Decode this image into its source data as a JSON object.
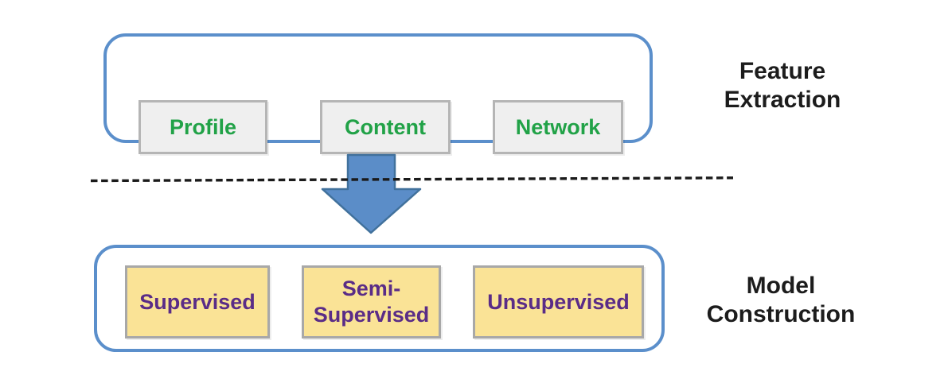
{
  "diagram": {
    "feature_extraction": {
      "title_line1": "Feature",
      "title_line2": "Extraction",
      "boxes": [
        {
          "line1": "Profile",
          "line2": ""
        },
        {
          "line1": "Content",
          "line2": ""
        },
        {
          "line1": "Network",
          "line2": ""
        }
      ]
    },
    "model_construction": {
      "title_line1": "Model",
      "title_line2": "Construction",
      "boxes": [
        {
          "line1": "Supervised",
          "line2": ""
        },
        {
          "line1": "Semi-",
          "line2": "Supervised"
        },
        {
          "line1": "Unsupervised",
          "line2": ""
        }
      ]
    },
    "icons": {
      "down_arrow": "block-arrow-down",
      "divider": "horizontal-dashed-line"
    },
    "colors": {
      "container_border": "#5B8FCB",
      "arrow_fill": "#5B8DC8",
      "arrow_border": "#41719C",
      "feature_box_bg": "#EFEFEF",
      "feature_box_border": "#B5B5B5",
      "feature_text": "#21A247",
      "model_box_bg": "#FAE396",
      "model_box_border": "#A8A8A8",
      "model_text": "#5A2C87",
      "heading_text": "#1C1C1C",
      "dash_color": "#1A1A1A"
    }
  }
}
